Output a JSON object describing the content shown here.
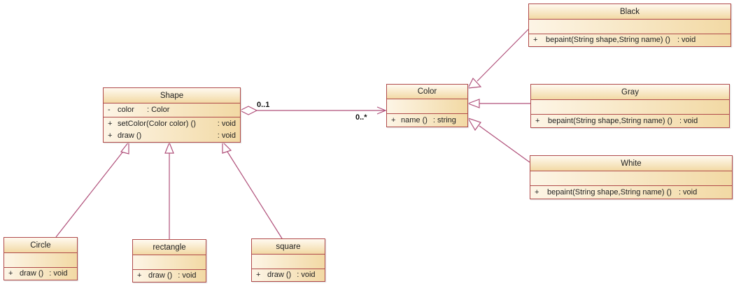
{
  "classes": {
    "shape": {
      "name": "Shape",
      "attrs": [
        {
          "vis": "-",
          "name": "color",
          "type": ": Color"
        }
      ],
      "ops": [
        {
          "vis": "+",
          "name": "setColor(Color color) ()",
          "type": ": void"
        },
        {
          "vis": "+",
          "name": "draw ()",
          "type": ": void"
        }
      ]
    },
    "color": {
      "name": "Color",
      "ops": [
        {
          "vis": "+",
          "name": "name ()",
          "type": ": string"
        }
      ]
    },
    "black": {
      "name": "Black",
      "ops": [
        {
          "vis": "+",
          "name": "bepaint(String shape,String name) ()",
          "type": ": void"
        }
      ]
    },
    "gray": {
      "name": "Gray",
      "ops": [
        {
          "vis": "+",
          "name": "bepaint(String shape,String name) ()",
          "type": ": void"
        }
      ]
    },
    "white": {
      "name": "White",
      "ops": [
        {
          "vis": "+",
          "name": "bepaint(String shape,String name) ()",
          "type": ": void"
        }
      ]
    },
    "circle": {
      "name": "Circle",
      "ops": [
        {
          "vis": "+",
          "name": "draw ()",
          "type": ": void"
        }
      ]
    },
    "rectangle": {
      "name": "rectangle",
      "ops": [
        {
          "vis": "+",
          "name": "draw ()",
          "type": ": void"
        }
      ]
    },
    "square": {
      "name": "square",
      "ops": [
        {
          "vis": "+",
          "name": "draw ()",
          "type": ": void"
        }
      ]
    }
  },
  "association": {
    "source_mult": "0..1",
    "target_mult": "0..*"
  },
  "colors": {
    "border": "#b04a4a",
    "line": "#b0507a"
  }
}
